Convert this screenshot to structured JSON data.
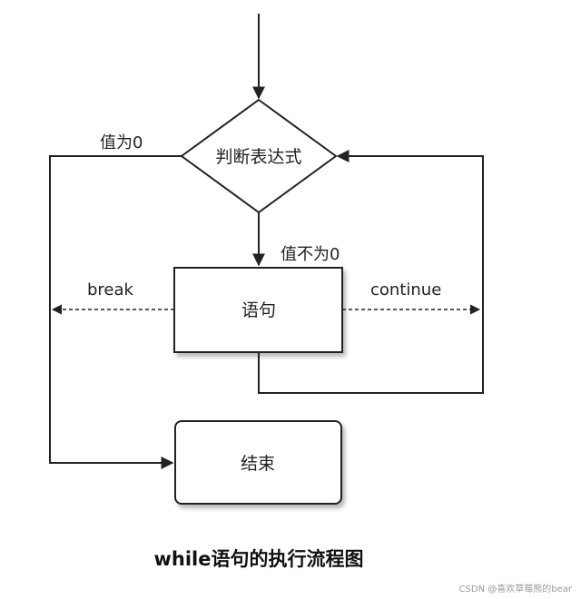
{
  "nodes": {
    "condition": "判断表达式",
    "statement": "语句",
    "end": "结束"
  },
  "edges": {
    "false_label": "值为0",
    "true_label": "值不为0",
    "break_label": "break",
    "continue_label": "continue"
  },
  "caption": "while语句的执行流程图",
  "credit": "CSDN @喜欢草莓熊的bear"
}
